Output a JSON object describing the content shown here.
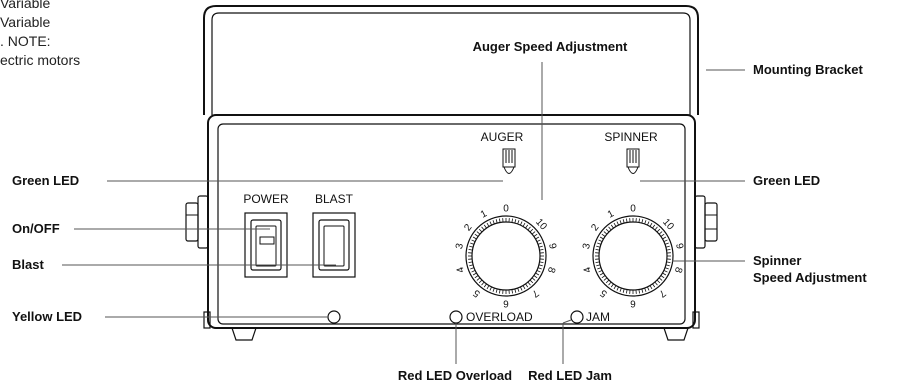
{
  "intro_text": [
    "Variable",
    "Variable",
    ". NOTE:",
    "ectric motors"
  ],
  "callouts": {
    "auger_speed": "Auger Speed Adjustment",
    "mounting_bracket": "Mounting Bracket",
    "green_led_left": "Green LED",
    "green_led_right": "Green LED",
    "on_off": "On/OFF",
    "blast": "Blast",
    "spinner_speed_line1": "Spinner",
    "spinner_speed_line2": "Speed Adjustment",
    "yellow_led": "Yellow LED",
    "red_led_overload": "Red LED Overload",
    "red_led_jam": "Red LED Jam"
  },
  "panel": {
    "auger": "AUGER",
    "spinner": "SPINNER",
    "power": "POWER",
    "blast": "BLAST",
    "overload": "OVERLOAD",
    "jam": "JAM"
  },
  "dial_numbers": [
    "0",
    "1",
    "2",
    "3",
    "4",
    "5",
    "6",
    "7",
    "8",
    "9",
    "10"
  ]
}
